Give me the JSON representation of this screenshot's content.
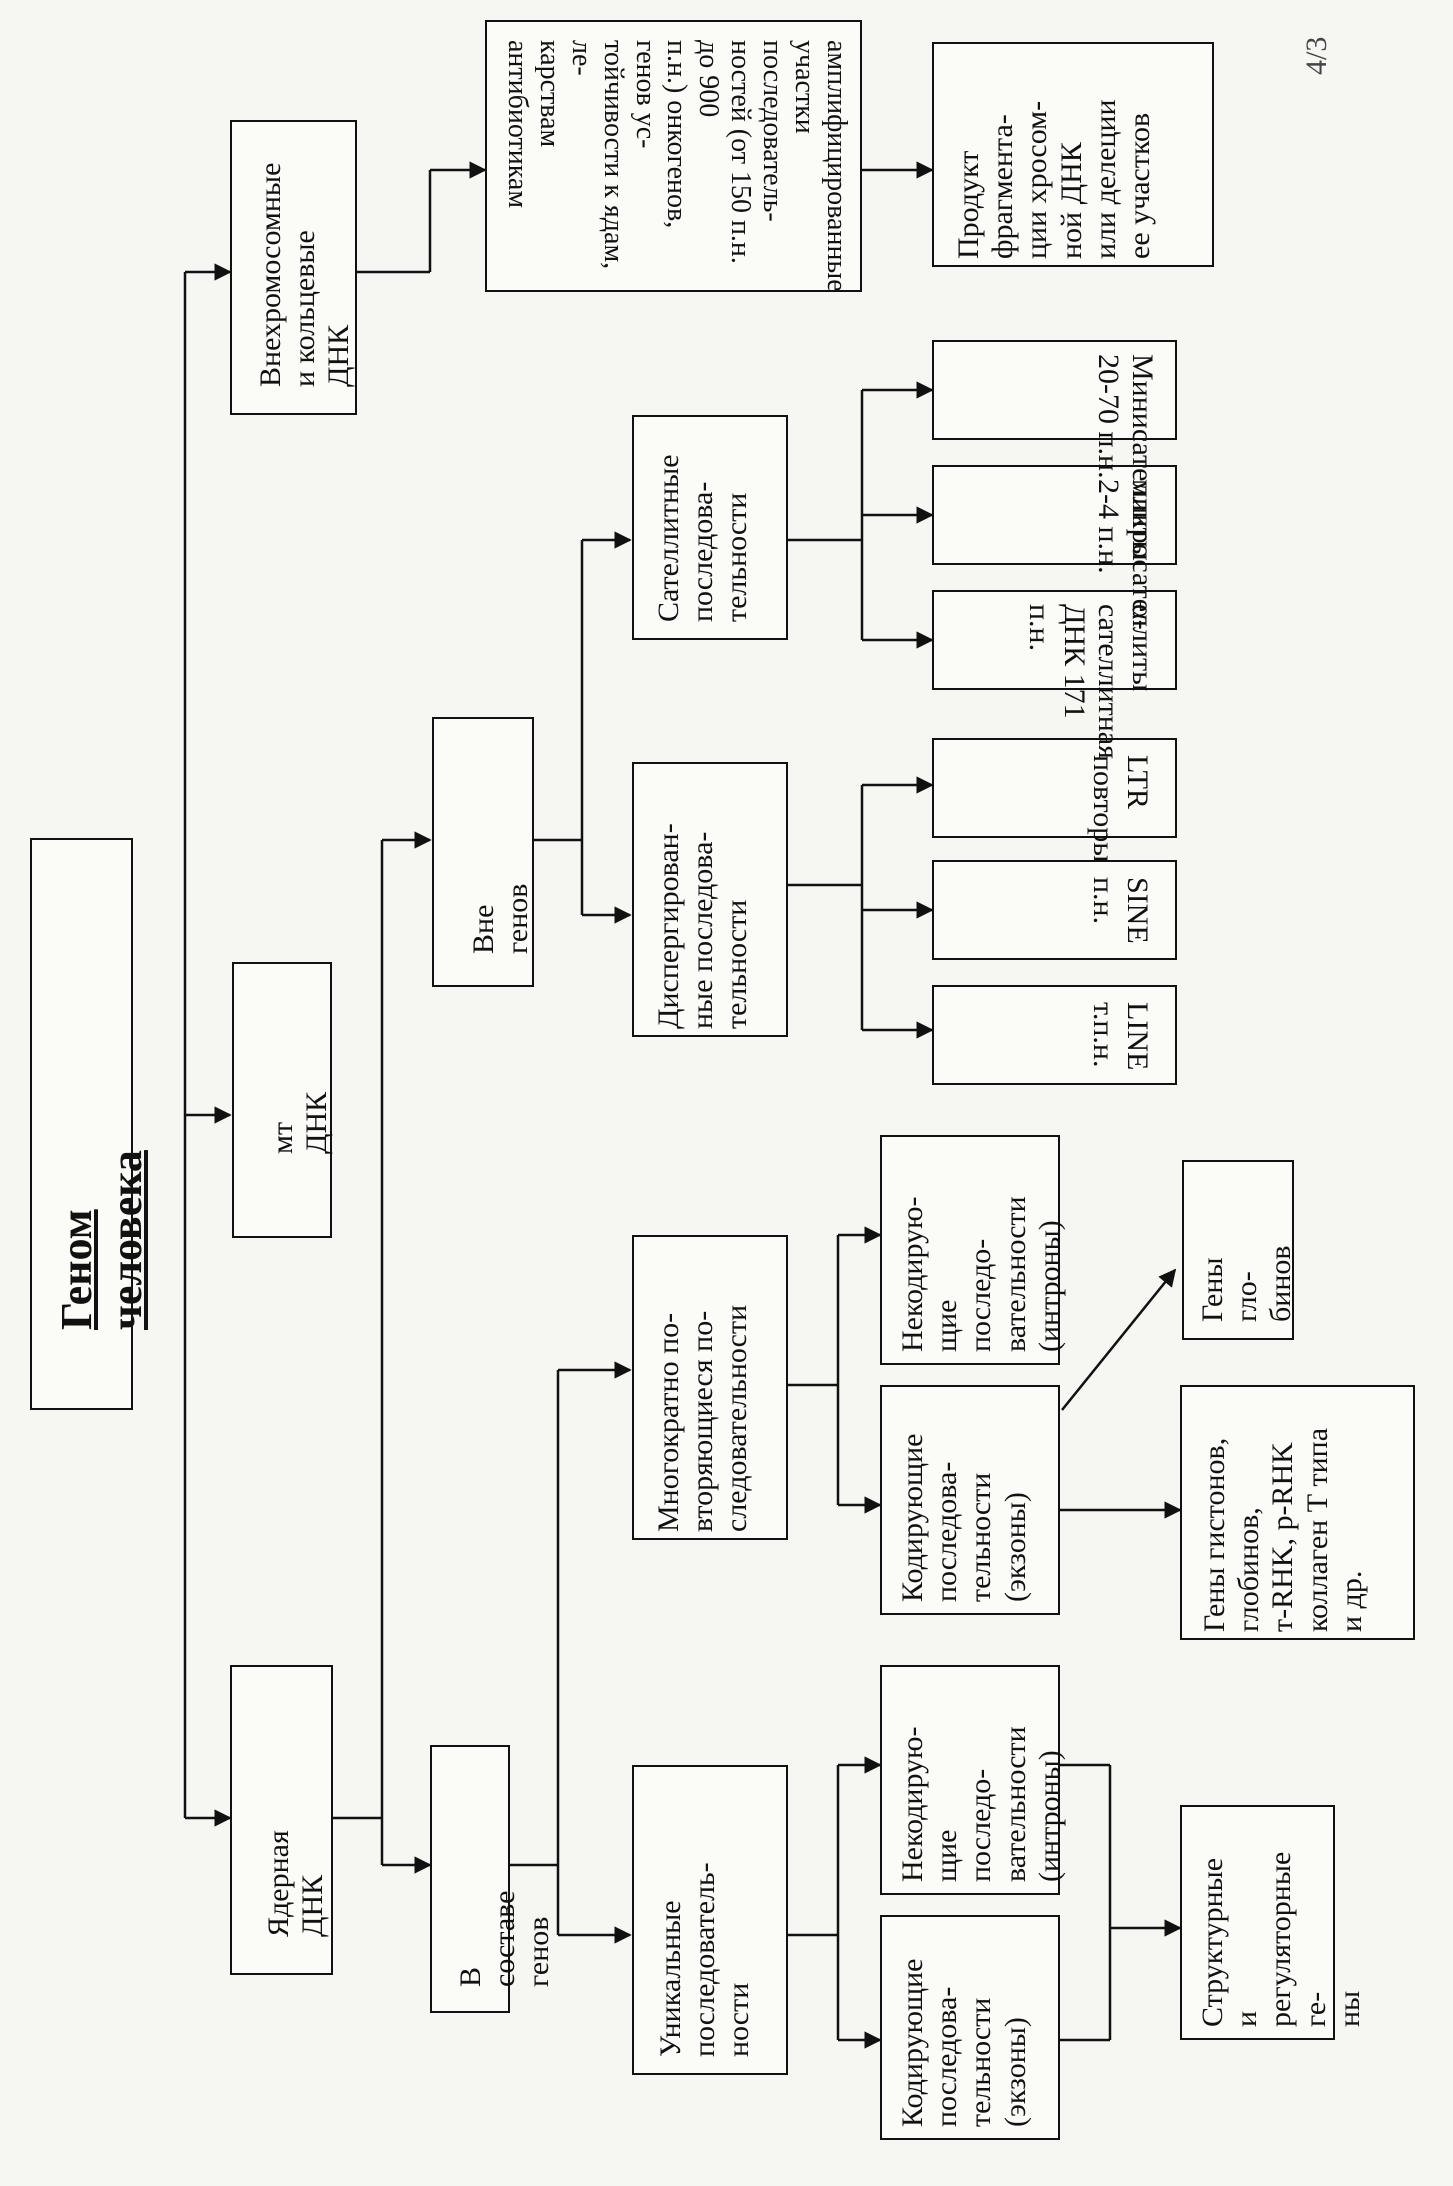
{
  "title": "Геном человека",
  "nodes": {
    "nuclear": "Ядерная ДНК",
    "mt": "мт ДНК",
    "extra": "Внехромосомные\nи кольцевые ДНК",
    "in_genes": "В составе генов",
    "out_genes": "Вне генов",
    "unique": "Уникальные\nпоследователь-\nности",
    "repeated": "Многократно по-\nвторяющиеся по-\nследовательности",
    "dispersed": "Диспергирован-\nные последова-\nтельности",
    "satellite": "Сателлитные\nпоследова-\nтельности",
    "coding1": "Кодирующие\nпоследова-\nтельности\n(экзоны)",
    "noncoding1": "Некодирую-\nщие последо-\nвательности\n(интроны)",
    "coding2": "Кодирующие\nпоследова-\nтельности\n(экзоны)",
    "noncoding2": "Некодирую-\nщие последо-\nвательности\n(интроны)",
    "structural": "Структурные и\nрегуляторные ге-\nны",
    "histones": "Гены гистонов,\nглобинов,\nт-RHK, р-RHK\nколлаген Т типа\nи др.",
    "globins": "Гены гло-\nбинов",
    "line": "LINE\nт.п.н.",
    "sine": "SINE\nп.н.",
    "ltr": "LTR\nповторы",
    "alpha": "α-сателлитная\nДНК 171 п.н.",
    "micro": "микросателлиты\n2-4 п.н.",
    "mini": "Минисателлиты\n20-70 п.н.",
    "amplified": "амплифицированные\nучастки последователь-\nностей (от 150 п.н. до 900\nп.н.) онкогенов, генов ус-\nтойчивости к ядам, ле-\nкарствам антибиотикам",
    "product": "Продукт\nфрагмента-\nции хросом-\nной ДНК\nили делеции\nее участков"
  },
  "corner_mark": "4/3"
}
